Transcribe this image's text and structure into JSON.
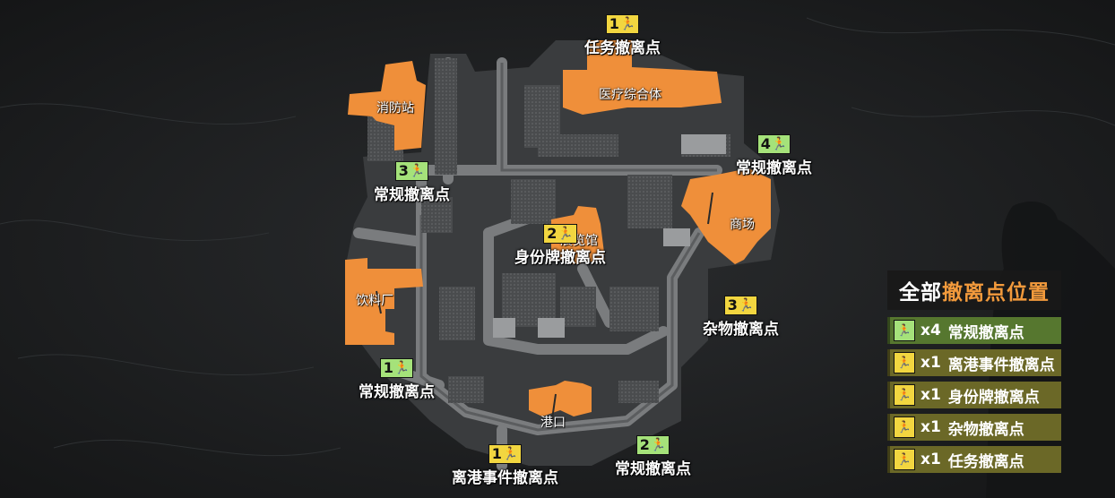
{
  "buildings": {
    "fire_station": "消防站",
    "medical": "医疗综合体",
    "exhibition": "展览馆",
    "mall": "商场",
    "beverage": "饮料厂",
    "port": "港口"
  },
  "markers": [
    {
      "id": "task",
      "num": "1",
      "color": "yellow",
      "label": "任务撤离点"
    },
    {
      "id": "regular4",
      "num": "4",
      "color": "green",
      "label": "常规撤离点"
    },
    {
      "id": "regular3",
      "num": "3",
      "color": "green",
      "label": "常规撤离点"
    },
    {
      "id": "idcard",
      "num": "2",
      "color": "yellow",
      "label": "身份牌撤离点"
    },
    {
      "id": "misc",
      "num": "3",
      "color": "yellow",
      "label": "杂物撤离点"
    },
    {
      "id": "regular1",
      "num": "1",
      "color": "green",
      "label": "常规撤离点"
    },
    {
      "id": "portevent",
      "num": "1",
      "color": "yellow",
      "label": "离港事件撤离点"
    },
    {
      "id": "regular2",
      "num": "2",
      "color": "green",
      "label": "常规撤离点"
    }
  ],
  "legend": {
    "title_prefix": "全部",
    "title_highlight": "撤离点位置",
    "accent_color": "#f29a3c",
    "rows": [
      {
        "count": "x4",
        "label": "常规撤离点"
      },
      {
        "count": "x1",
        "label": "离港事件撤离点"
      },
      {
        "count": "x1",
        "label": "身份牌撤离点"
      },
      {
        "count": "x1",
        "label": "杂物撤离点"
      },
      {
        "count": "x1",
        "label": "任务撤离点"
      }
    ]
  },
  "colors": {
    "building": "#ef8f3a",
    "regular_badge": "#a5e27a",
    "special_badge": "#f2d640"
  },
  "icons": {
    "exit": "running-man-icon"
  }
}
